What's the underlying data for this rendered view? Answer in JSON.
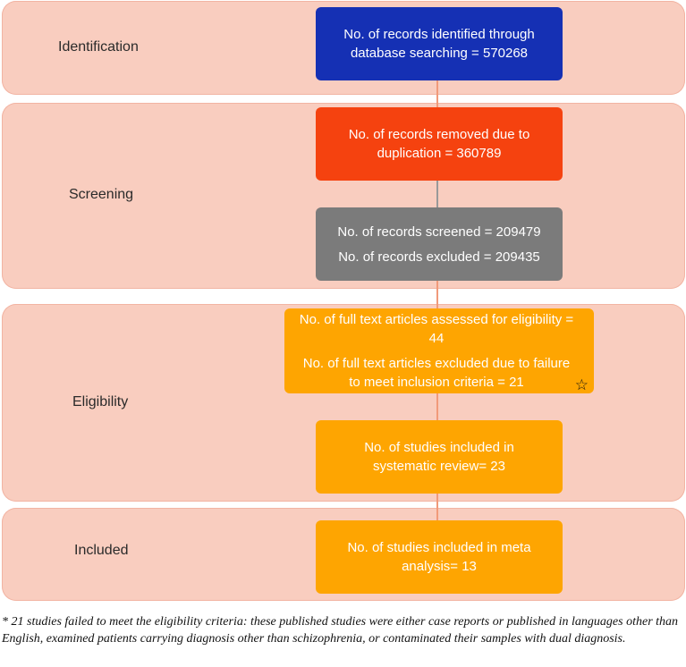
{
  "colors": {
    "stage_background": "#f9cdbf",
    "stage_border": "#f2b4a3",
    "identification_box": "#1530b4",
    "duplication_box": "#f5420f",
    "screened_box": "#7b7b7b",
    "eligibility_box": "#fea501",
    "connector": "#f19a7a"
  },
  "stages": [
    {
      "id": "identification",
      "label": "Identification"
    },
    {
      "id": "screening",
      "label": "Screening"
    },
    {
      "id": "eligibility",
      "label": "Eligibility"
    },
    {
      "id": "included",
      "label": "Included"
    }
  ],
  "boxes": {
    "identified": {
      "lines": [
        "No. of records identified through database searching = 570268"
      ]
    },
    "removed_duplicates": {
      "lines": [
        "No. of records removed due to duplication = 360789"
      ]
    },
    "screened": {
      "lines": [
        "No. of records screened = 209479",
        "No. of records excluded = 209435"
      ]
    },
    "full_text": {
      "lines": [
        "No. of full text articles assessed for eligibility = 44",
        "No. of full text articles excluded due to failure to meet inclusion criteria = 21"
      ],
      "marker_icon": "star-outline-icon"
    },
    "systematic_review": {
      "lines": [
        "No. of studies included in systematic review= 23"
      ]
    },
    "meta_analysis": {
      "lines": [
        "No. of studies included in meta analysis= 13"
      ]
    }
  },
  "footnote": "* 21 studies failed to meet the eligibility criteria: these published studies were either case reports or published in languages other than English, examined patients carrying diagnosis other than schizophrenia, or contaminated their samples with dual diagnosis."
}
